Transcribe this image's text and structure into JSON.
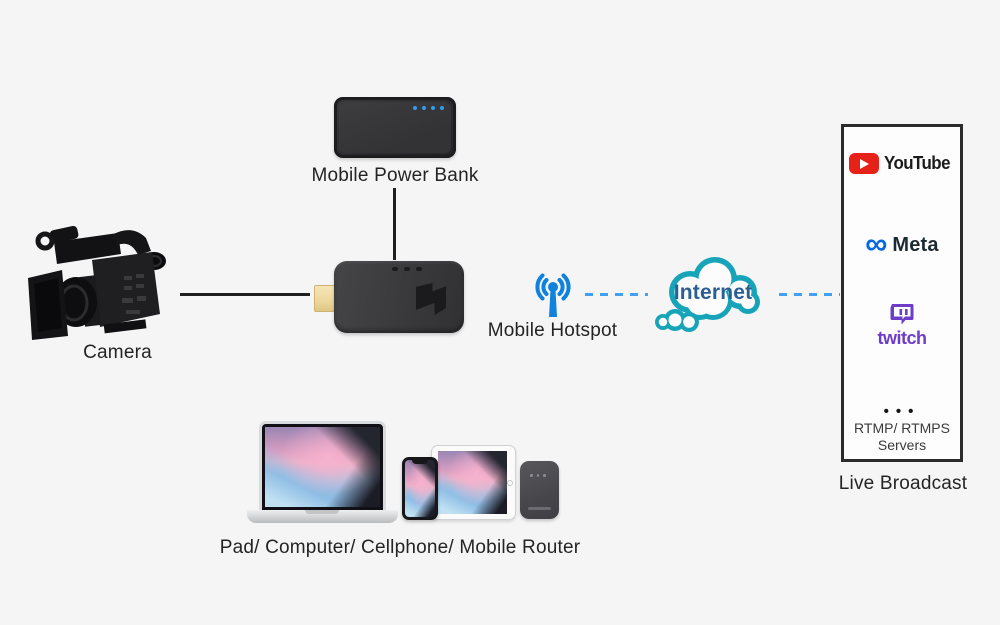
{
  "labels": {
    "camera": "Camera",
    "power_bank": "Mobile Power Bank",
    "hotspot": "Mobile Hotspot",
    "internet": "Internet",
    "devices": "Pad/ Computer/ Cellphone/ Mobile Router",
    "live_broadcast": "Live Broadcast"
  },
  "broadcast_panel": {
    "youtube": "YouTube",
    "meta": "Meta",
    "meta_infinity_glyph": "∞",
    "twitch": "twitch",
    "ellipsis": "•••",
    "servers_line1": "RTMP/ RTMPS",
    "servers_line2": "Servers"
  },
  "colors": {
    "background": "#f5f5f6",
    "connector_black": "#1f1f1f",
    "dash_blue": "#41a0f2",
    "hotspot_blue": "#0e82dd",
    "cloud_teal": "#18a4b8",
    "internet_text_blue": "#2b5f91",
    "youtube_red": "#e62117",
    "meta_blue": "#0668E1",
    "twitch_purple": "#6e3cc8",
    "hdmi_gold": "#ecd79c"
  }
}
